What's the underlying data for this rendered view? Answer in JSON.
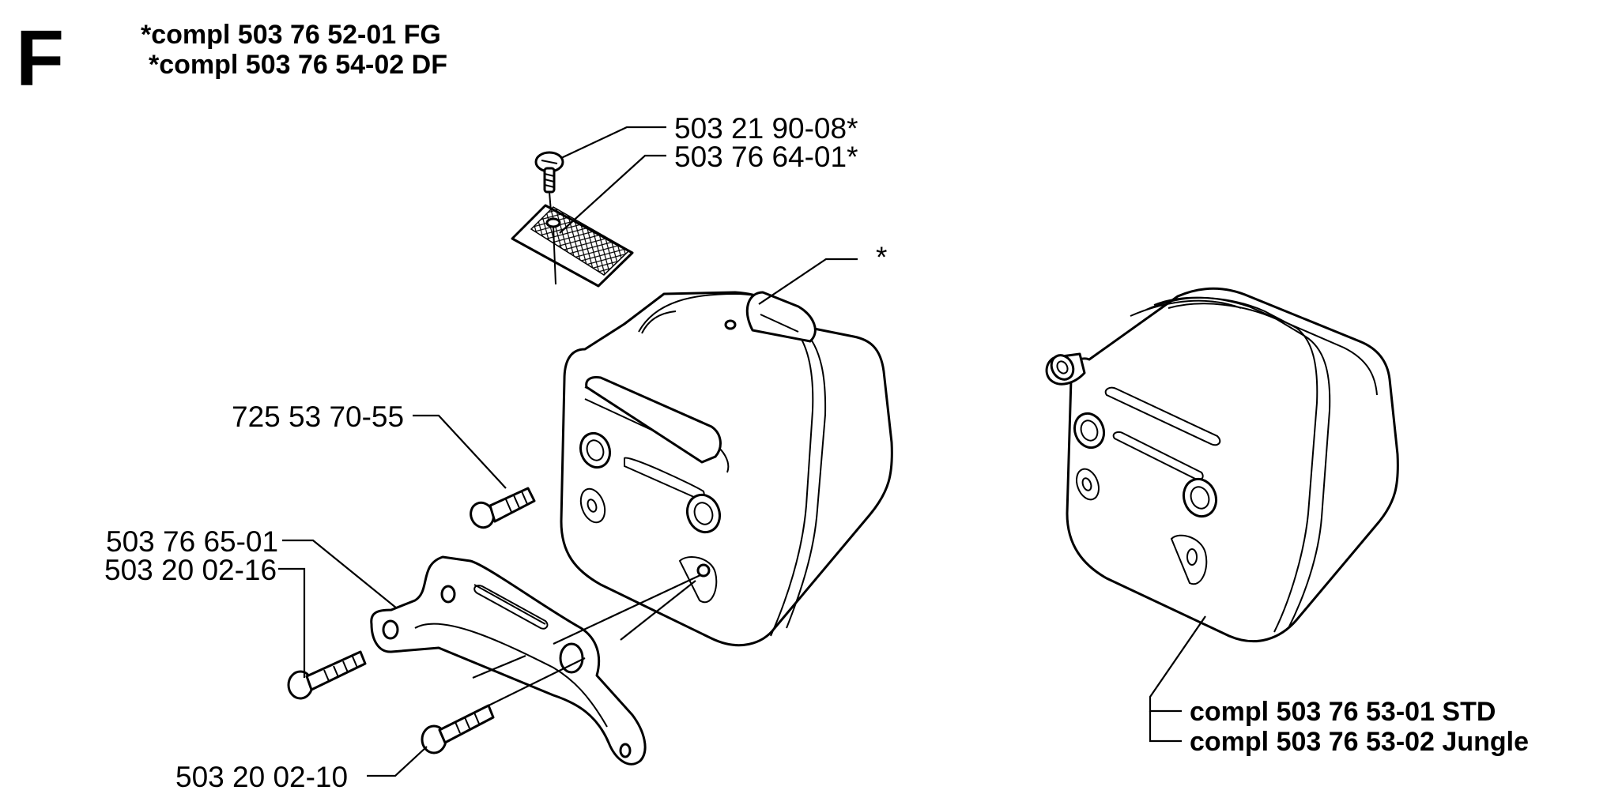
{
  "section_letter": "F",
  "header": {
    "line1": "*compl 503 76 52-01 FG",
    "line2": "*compl 503 76 54-02 DF"
  },
  "callouts": {
    "screw_top": "503 21 90-08*",
    "screen": "503 76 64-01*",
    "muffler_marker": "*",
    "bolt_muffler": "725 53 70-55",
    "bracket": "503 76 65-01",
    "bolt_bracket": "503 20 02-16",
    "bolt_lower": "503 20 02-10"
  },
  "muffler_assembly": {
    "std": "compl 503 76 53-01 STD",
    "jungle": "compl 503 76 53-02 Jungle"
  }
}
